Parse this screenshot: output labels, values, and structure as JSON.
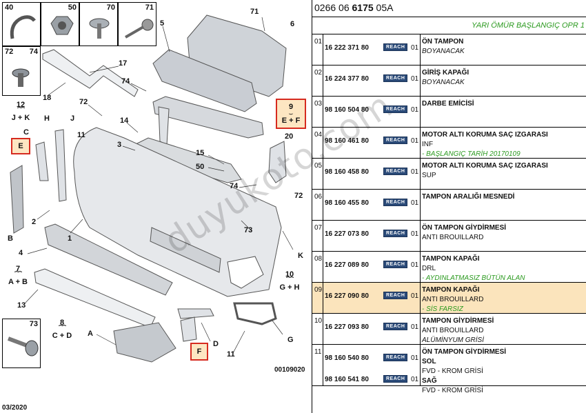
{
  "catalog": {
    "code_prefix": "0266 06",
    "code_bold": "6175",
    "code_suffix": "05A",
    "section_title": "YARI ÖMÜR BAŞLANGIÇ OPR 1"
  },
  "reach_label": "REACH",
  "parts": [
    {
      "pos": "01",
      "refs": [
        {
          "ref": "16 222 371 80",
          "qty": "01"
        }
      ],
      "lines": [
        {
          "t": "ÖN TAMPON",
          "s": "name"
        },
        {
          "t": "BOYANACAK",
          "s": "note"
        }
      ]
    },
    {
      "pos": "02",
      "refs": [
        {
          "ref": "16 224 377 80",
          "qty": "01"
        }
      ],
      "lines": [
        {
          "t": "GİRİŞ KAPAĞI",
          "s": "name"
        },
        {
          "t": "BOYANACAK",
          "s": "note"
        }
      ]
    },
    {
      "pos": "03",
      "refs": [
        {
          "ref": "98 160 504 80",
          "qty": "01"
        }
      ],
      "lines": [
        {
          "t": "DARBE EMİCİSİ",
          "s": "name"
        }
      ]
    },
    {
      "pos": "04",
      "refs": [
        {
          "ref": "98 160 461 80",
          "qty": "01"
        }
      ],
      "lines": [
        {
          "t": "MOTOR ALTI KORUMA SAÇ IZGARASI",
          "s": "name"
        },
        {
          "t": "INF",
          "s": "plain"
        },
        {
          "t": "- BAŞLANGIÇ TARİH 20170109",
          "s": "green"
        }
      ]
    },
    {
      "pos": "05",
      "refs": [
        {
          "ref": "98 160 458 80",
          "qty": "01"
        }
      ],
      "lines": [
        {
          "t": "MOTOR ALTI KORUMA SAÇ IZGARASI",
          "s": "name"
        },
        {
          "t": "SUP",
          "s": "plain"
        }
      ]
    },
    {
      "pos": "06",
      "refs": [
        {
          "ref": "98 160 455 80",
          "qty": "01"
        }
      ],
      "lines": [
        {
          "t": "TAMPON ARALIĞI MESNEDİ",
          "s": "name"
        }
      ]
    },
    {
      "pos": "07",
      "refs": [
        {
          "ref": "16 227 073 80",
          "qty": "01"
        }
      ],
      "lines": [
        {
          "t": "ÖN TAMPON GİYDİRMESİ",
          "s": "name"
        },
        {
          "t": "ANTI BROUILLARD",
          "s": "plain"
        }
      ]
    },
    {
      "pos": "08",
      "refs": [
        {
          "ref": "16 227 089 80",
          "qty": "01"
        }
      ],
      "lines": [
        {
          "t": "TAMPON KAPAĞI",
          "s": "name"
        },
        {
          "t": "DRL",
          "s": "plain"
        },
        {
          "t": "- AYDINLATMASIZ BÜTÜN ALAN",
          "s": "green"
        }
      ]
    },
    {
      "pos": "09",
      "refs": [
        {
          "ref": "16 227 090 80",
          "qty": "01"
        }
      ],
      "highlight": true,
      "lines": [
        {
          "t": "TAMPON KAPAĞI",
          "s": "name"
        },
        {
          "t": "ANTI BROUILLARD",
          "s": "plain"
        },
        {
          "t": "- SİS FARSIZ",
          "s": "green"
        }
      ]
    },
    {
      "pos": "10",
      "refs": [
        {
          "ref": "16 227 093 80",
          "qty": "01"
        }
      ],
      "lines": [
        {
          "t": "TAMPON GİYDİRMESİ",
          "s": "name"
        },
        {
          "t": "ANTI BROUILLARD",
          "s": "plain"
        },
        {
          "t": "ALÜMİNYUM GRİSİ",
          "s": "note"
        }
      ]
    },
    {
      "pos": "11",
      "refs": [
        {
          "ref": "98 160 540 80",
          "qty": "01"
        },
        {
          "ref": "98 160 541 80",
          "qty": "01"
        }
      ],
      "tall": true,
      "lines": [
        {
          "t": "ÖN TAMPON GİYDİRMESİ",
          "s": "name"
        },
        {
          "t": "SOL",
          "s": "name"
        },
        {
          "t": "FVD - KROM GRİSİ",
          "s": "plain"
        },
        {
          "t": "SAĞ",
          "s": "name"
        },
        {
          "t": "FVD - KROM GRİSİ",
          "s": "plain"
        }
      ]
    }
  ],
  "diagram": {
    "thumbnails": [
      "40",
      "50",
      "70",
      "71",
      "72",
      "74",
      "73"
    ],
    "callouts": [
      "71",
      "6",
      "5",
      "17",
      "18",
      "74",
      "72",
      "J",
      "H",
      "C",
      "11",
      "14",
      "3",
      "9",
      "20",
      "15",
      "50",
      "74",
      "72",
      "2",
      "B",
      "1",
      "4",
      "73",
      "K",
      "13",
      "A",
      "D",
      "11",
      "G",
      "8"
    ],
    "boxed": [
      "E",
      "9",
      "F"
    ],
    "boxed_sub": [
      "E + F"
    ],
    "sub_groups": [
      {
        "num": "12",
        "letters": "J + K"
      },
      {
        "num": "7",
        "letters": "A + B"
      },
      {
        "num": "10",
        "letters": "G + H"
      },
      {
        "num": "8",
        "letters": "C + D"
      }
    ],
    "date_code": "03/2020",
    "ref_code": "00109020",
    "watermark": "duyukoto.com"
  },
  "colors": {
    "highlight_row": "#fbe4bc",
    "box_border": "#d62a1f",
    "green_note": "#2b9a1f",
    "reach_badge": "#2a4a78"
  }
}
